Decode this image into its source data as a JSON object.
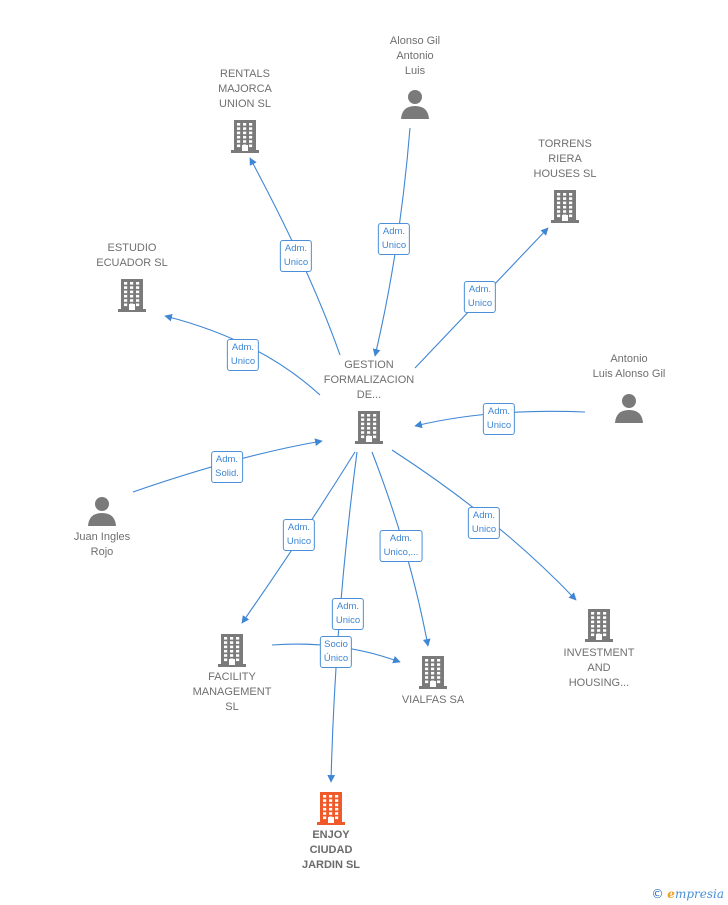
{
  "colors": {
    "edge": "#3f86d4",
    "node": "#7a7a7a",
    "focus_node": "#f05a28",
    "label": "#6f6f6f"
  },
  "nodes": [
    {
      "id": "gestion",
      "kind": "company",
      "lines": [
        "GESTION",
        "FORMALIZACION",
        "DE..."
      ]
    },
    {
      "id": "rentals",
      "kind": "company",
      "lines": [
        "RENTALS",
        "MAJORCA",
        "UNION  SL"
      ]
    },
    {
      "id": "alonso_gil_antonio",
      "kind": "person",
      "lines": [
        "Alonso Gil",
        "Antonio",
        "Luis"
      ]
    },
    {
      "id": "torrens",
      "kind": "company",
      "lines": [
        "TORRENS",
        "RIERA",
        "HOUSES  SL"
      ]
    },
    {
      "id": "estudio",
      "kind": "company",
      "lines": [
        "ESTUDIO",
        "ECUADOR  SL"
      ]
    },
    {
      "id": "antonio_luis",
      "kind": "person",
      "lines": [
        "Antonio",
        "Luis Alonso Gil"
      ]
    },
    {
      "id": "juan",
      "kind": "person",
      "lines": [
        "Juan Ingles",
        "Rojo"
      ]
    },
    {
      "id": "facility",
      "kind": "company",
      "lines": [
        "FACILITY",
        "MANAGEMENT",
        "SL"
      ]
    },
    {
      "id": "vialfas",
      "kind": "company",
      "lines": [
        "VIALFAS SA"
      ]
    },
    {
      "id": "investment",
      "kind": "company",
      "lines": [
        "INVESTMENT",
        "AND",
        "HOUSING..."
      ]
    },
    {
      "id": "enjoy",
      "kind": "focus",
      "lines": [
        "ENJOY",
        "CIUDAD",
        "JARDIN  SL"
      ]
    }
  ],
  "edges": [
    {
      "from": "gestion",
      "to": "rentals",
      "lines": [
        "Adm.",
        "Unico"
      ]
    },
    {
      "from": "alonso_gil_antonio",
      "to": "gestion",
      "lines": [
        "Adm.",
        "Unico"
      ]
    },
    {
      "from": "gestion",
      "to": "torrens",
      "lines": [
        "Adm.",
        "Unico"
      ]
    },
    {
      "from": "gestion",
      "to": "estudio",
      "lines": [
        "Adm.",
        "Unico"
      ]
    },
    {
      "from": "antonio_luis",
      "to": "gestion",
      "lines": [
        "Adm.",
        "Unico"
      ]
    },
    {
      "from": "juan",
      "to": "gestion",
      "lines": [
        "Adm.",
        "Solid."
      ]
    },
    {
      "from": "gestion",
      "to": "facility",
      "lines": [
        "Adm.",
        "Unico"
      ]
    },
    {
      "from": "gestion",
      "to": "vialfas",
      "lines": [
        "Adm.",
        "Unico,..."
      ]
    },
    {
      "from": "gestion",
      "to": "investment",
      "lines": [
        "Adm.",
        "Unico"
      ]
    },
    {
      "from": "gestion",
      "to": "enjoy",
      "lines": [
        "Adm.",
        "Unico"
      ]
    },
    {
      "from": "facility",
      "to": "vialfas",
      "lines": [
        "Socio",
        "Único"
      ]
    }
  ],
  "brand": {
    "copyright": "©",
    "initial": "e",
    "name": "mpresia"
  }
}
